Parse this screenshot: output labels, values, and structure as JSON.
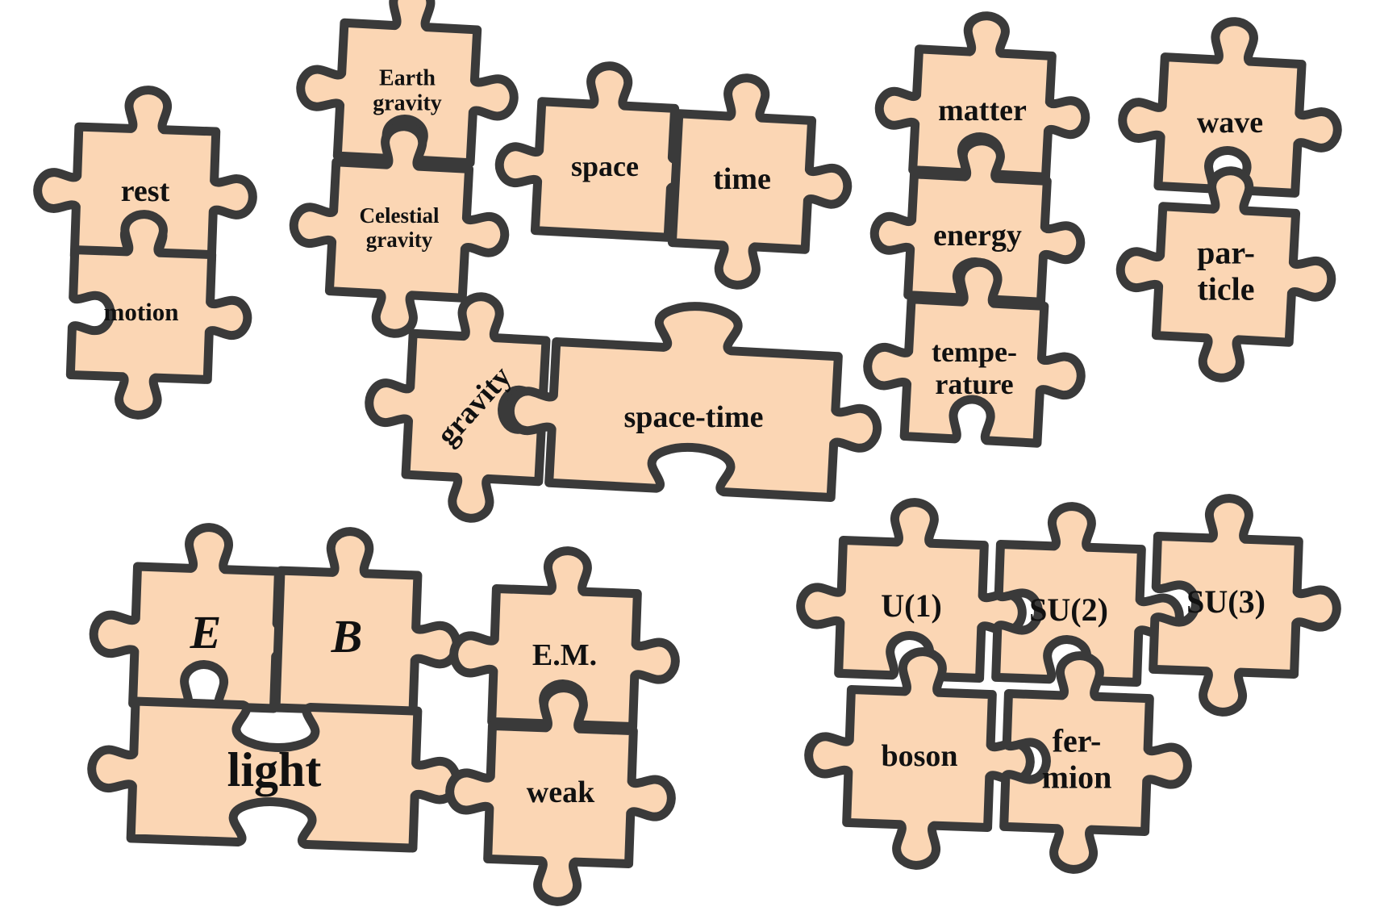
{
  "groups": [
    {
      "id": "rest-motion",
      "pieces": [
        {
          "id": "rest",
          "lines": [
            "rest"
          ]
        },
        {
          "id": "motion",
          "lines": [
            "motion"
          ]
        }
      ]
    },
    {
      "id": "earth-celestial",
      "pieces": [
        {
          "id": "earth-gravity",
          "lines": [
            "Earth",
            "gravity"
          ]
        },
        {
          "id": "celestial-gravity",
          "lines": [
            "Celestial",
            "gravity"
          ]
        }
      ]
    },
    {
      "id": "space-time",
      "pieces": [
        {
          "id": "space",
          "lines": [
            "space"
          ]
        },
        {
          "id": "time",
          "lines": [
            "time"
          ]
        }
      ]
    },
    {
      "id": "matter-energy-temperature",
      "pieces": [
        {
          "id": "matter",
          "lines": [
            "matter"
          ]
        },
        {
          "id": "energy",
          "lines": [
            "energy"
          ]
        },
        {
          "id": "temperature",
          "lines": [
            "tempe-",
            "rature"
          ]
        }
      ]
    },
    {
      "id": "wave-particle",
      "pieces": [
        {
          "id": "wave",
          "lines": [
            "wave"
          ]
        },
        {
          "id": "particle",
          "lines": [
            "par-",
            "ticle"
          ]
        }
      ]
    },
    {
      "id": "gravity-spacetime",
      "pieces": [
        {
          "id": "gravity",
          "lines": [
            "gravity"
          ]
        },
        {
          "id": "spacetime",
          "lines": [
            "space-time"
          ]
        }
      ]
    },
    {
      "id": "electromagnetism-light",
      "pieces": [
        {
          "id": "e-field",
          "lines": [
            "E"
          ],
          "italic": true
        },
        {
          "id": "b-field",
          "lines": [
            "B"
          ],
          "italic": true
        },
        {
          "id": "light",
          "lines": [
            "light"
          ]
        }
      ]
    },
    {
      "id": "em-weak",
      "pieces": [
        {
          "id": "em",
          "lines": [
            "E.M."
          ]
        },
        {
          "id": "weak",
          "lines": [
            "weak"
          ]
        }
      ]
    },
    {
      "id": "gauge-groups",
      "pieces": [
        {
          "id": "u1",
          "lines": [
            "U(1)"
          ]
        },
        {
          "id": "su2",
          "lines": [
            "SU(2)"
          ]
        },
        {
          "id": "su3",
          "lines": [
            "SU(3)"
          ]
        },
        {
          "id": "boson",
          "lines": [
            "boson"
          ]
        },
        {
          "id": "fermion",
          "lines": [
            "fer-",
            "mion"
          ]
        }
      ]
    }
  ]
}
